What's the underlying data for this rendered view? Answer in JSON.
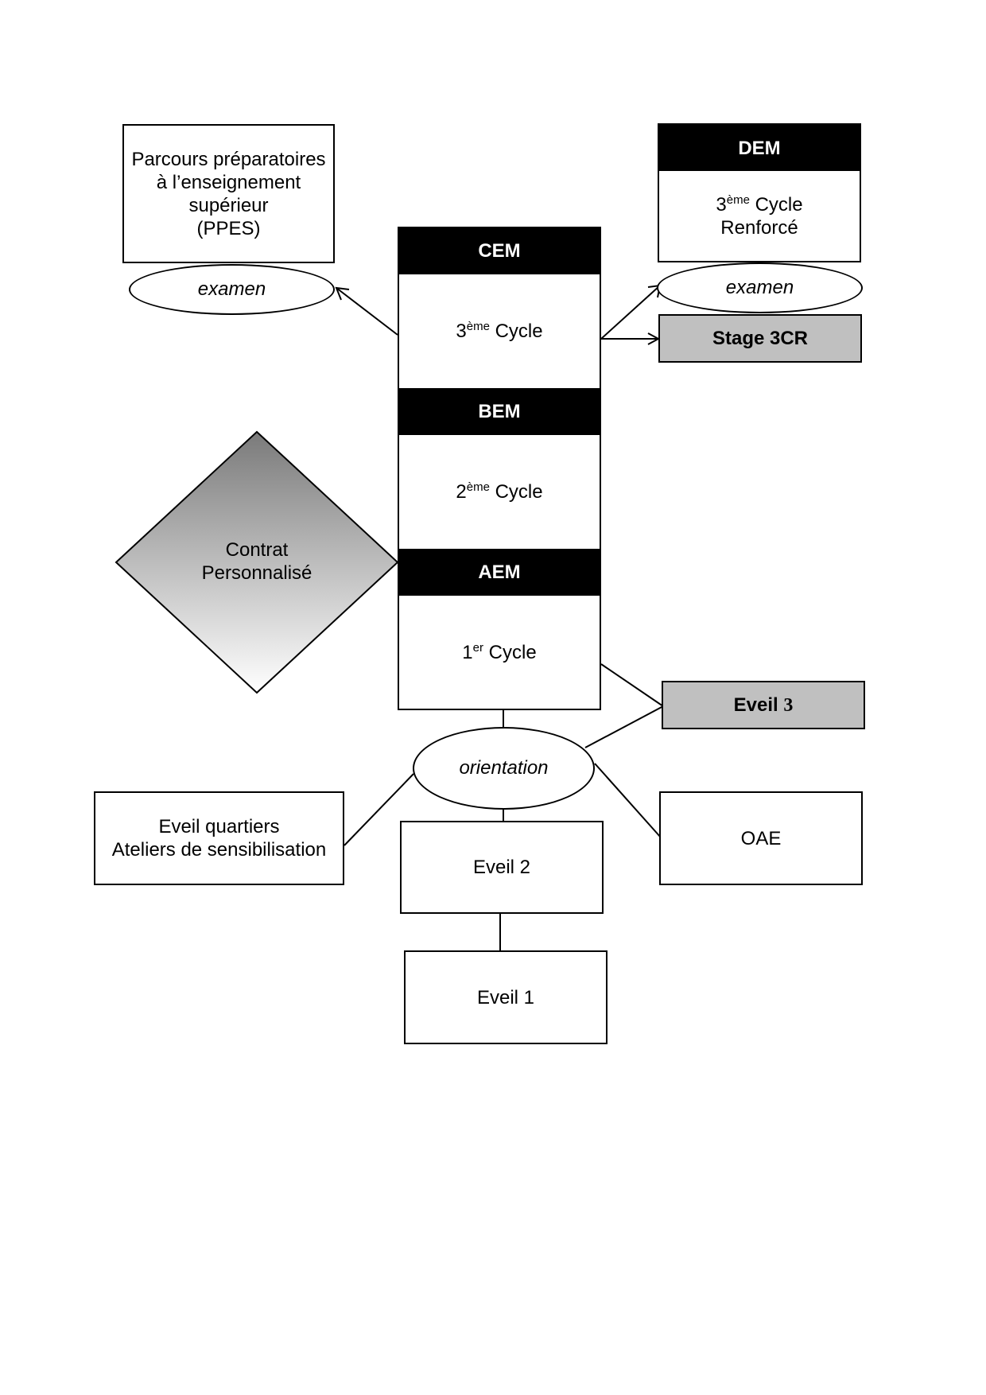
{
  "ppes": {
    "line1": "Parcours préparatoires",
    "line2": "à l’enseignement",
    "line3": "supérieur",
    "line4": "(PPES)"
  },
  "examen_left": "examen",
  "examen_right": "examen",
  "dem": {
    "header": "DEM",
    "num": "3",
    "sup": "ème",
    "cycle": " Cycle",
    "line2": "Renforcé"
  },
  "stage": "Stage 3CR",
  "column": {
    "cem": "CEM",
    "cycle3": {
      "num": "3",
      "sup": "ème",
      "text": " Cycle"
    },
    "bem": "BEM",
    "cycle2": {
      "num": "2",
      "sup": "ème",
      "text": " Cycle"
    },
    "aem": "AEM",
    "cycle1": {
      "num": "1",
      "sup": "er",
      "text": " Cycle"
    }
  },
  "contrat": {
    "line1": "Contrat",
    "line2": "Personnalisé"
  },
  "eveil3": {
    "text": "Eveil ",
    "num": "3"
  },
  "orientation": "orientation",
  "eveil_quartiers": {
    "line1": "Eveil quartiers",
    "line2": "Ateliers de sensibilisation"
  },
  "oae": "OAE",
  "eveil2": "Eveil 2",
  "eveil1": "Eveil 1",
  "colors": {
    "header": "#000000",
    "gray_box": "#c0c0c0",
    "diamond_top": "#7a7a7a",
    "diamond_bottom": "#ffffff"
  }
}
